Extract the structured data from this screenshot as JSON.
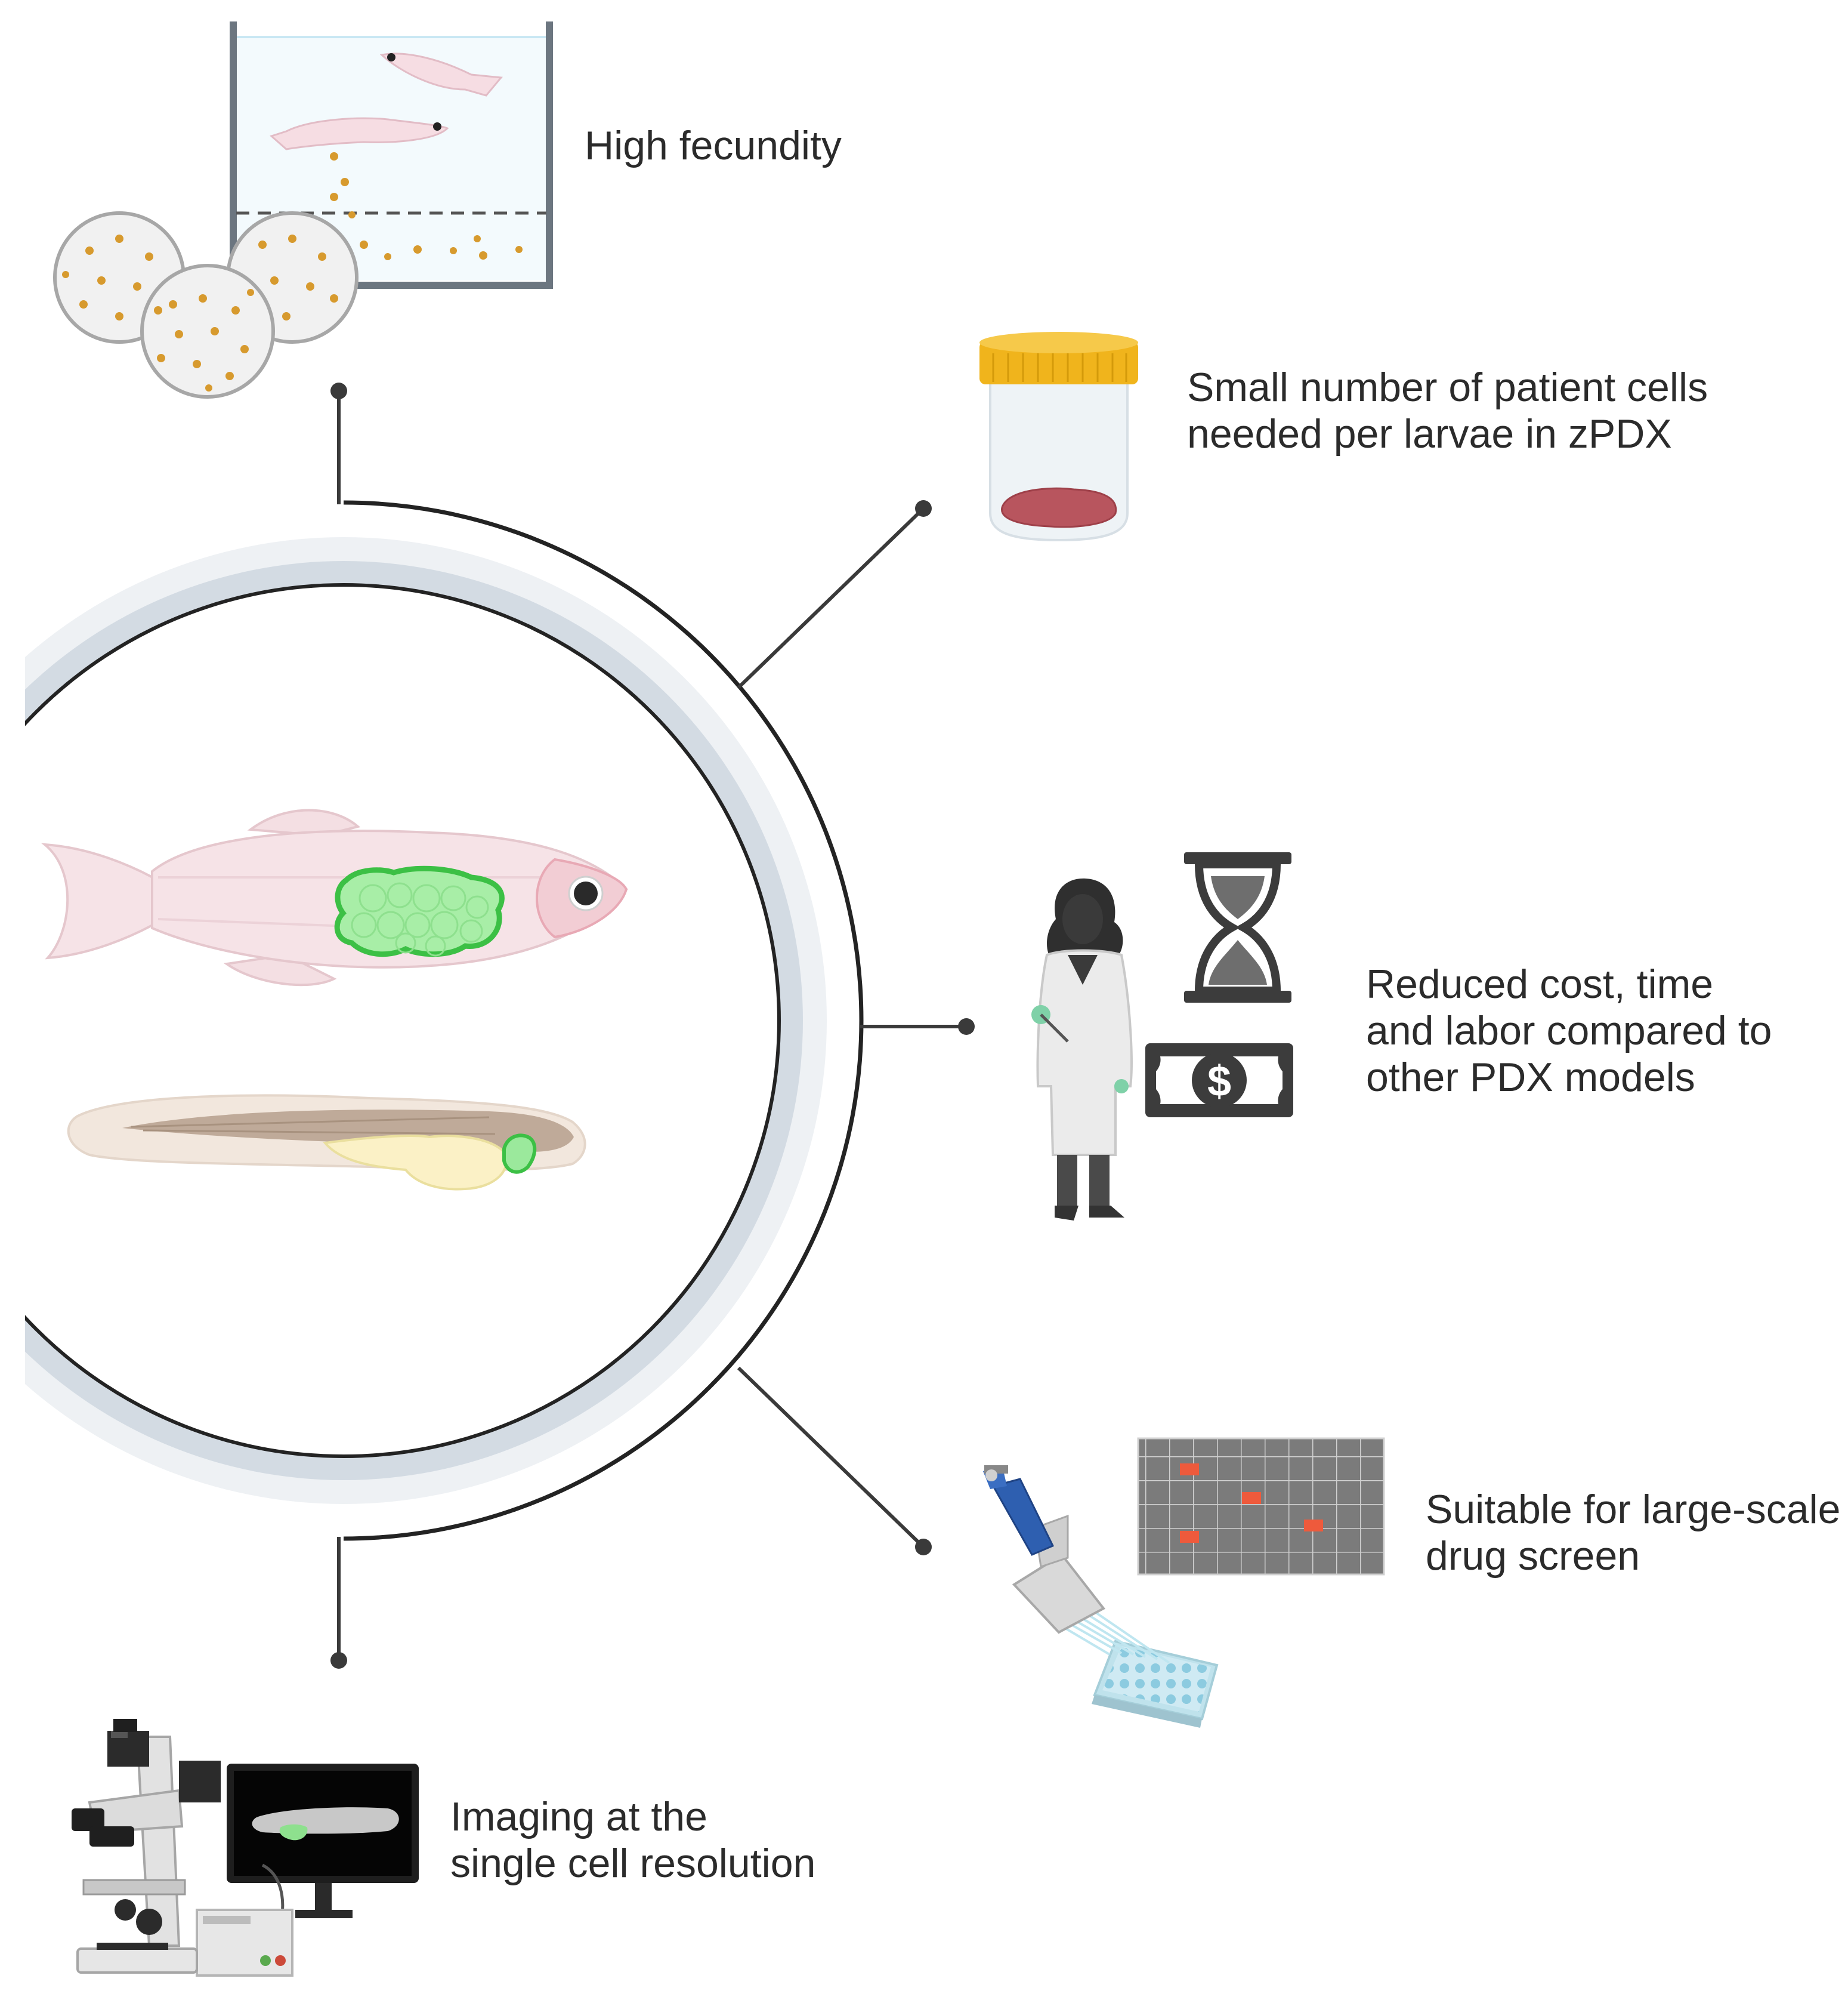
{
  "figure": {
    "benefits": [
      {
        "id": "fecundity",
        "lines": [
          "High fecundity"
        ]
      },
      {
        "id": "patient-cells",
        "lines": [
          "Small number of patient cells",
          "needed per larvae in zPDX"
        ]
      },
      {
        "id": "cost",
        "lines": [
          "Reduced cost, time",
          "and labor compared to",
          "other PDX models"
        ]
      },
      {
        "id": "drug-screen",
        "lines": [
          "Suitable for large-scale",
          "drug screen"
        ]
      },
      {
        "id": "imaging",
        "lines": [
          "Imaging at the",
          "single cell resolution"
        ]
      }
    ],
    "icons": {
      "center": [
        "zebrafish-adult-icon",
        "zebrafish-larva-icon"
      ],
      "fecundity": "fish-tank-with-petri-dishes-icon",
      "patient-cells": "specimen-jar-icon",
      "cost": [
        "scientist-icon",
        "hourglass-icon",
        "money-bill-icon"
      ],
      "drug-screen": [
        "well-plate-grid-icon",
        "multichannel-pipette-icon"
      ],
      "imaging": "microscope-with-monitor-icon"
    },
    "money_symbol": "$",
    "colors": {
      "tumor_green": "#86e08a",
      "ring_gray": "#d3dbe3",
      "grid_gray": "#7b7b7b",
      "hit_red": "#ee5a3c",
      "lid_gold": "#f0b41c",
      "egg_orange": "#d79a2e"
    }
  }
}
